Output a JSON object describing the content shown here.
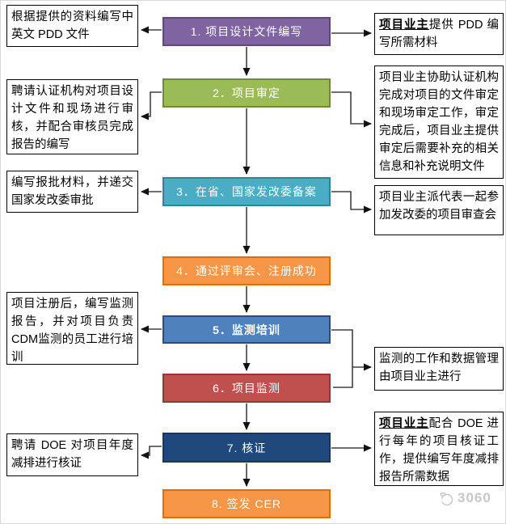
{
  "flow": {
    "steps": [
      {
        "label": "1. 项目设计文件编写"
      },
      {
        "label": "2．项目审定"
      },
      {
        "label": "3．在省、国家发改委备案"
      },
      {
        "label": "4．通过评审会、注册成功"
      },
      {
        "label": "5．监测培训"
      },
      {
        "label": "6．项目监测"
      },
      {
        "label": "7. 核证"
      },
      {
        "label": "8. 签发 CER"
      }
    ]
  },
  "left_notes": [
    {
      "text": "根据提供的资料编写中英文 PDD 文件"
    },
    {
      "text": "聘请认证机构对项目设计文件和现场进行审核，并配合审核员完成报告的编写"
    },
    {
      "text": "编写报批材料，并递交国家发改委审批"
    },
    {
      "text": "项目注册后，编写监测报告，并对项目负责CDM监测的员工进行培训"
    },
    {
      "text": "聘请 DOE 对项目年度减排进行核证"
    }
  ],
  "right_notes": [
    {
      "bold": "项目业主",
      "text": "提供 PDD 编写所需材料"
    },
    {
      "bold": "",
      "text": "项目业主协助认证机构完成对项目的文件审定和现场审定工作，审定完成后，项目业主提供审定后需要补充的相关信息和补充说明文件"
    },
    {
      "bold": "",
      "text": "项目业主派代表一起参加发改委的项目审查会"
    },
    {
      "bold": "",
      "text": "监测的工作和数据管理由项目业主进行"
    },
    {
      "bold": "项目业主",
      "text": "配合 DOE 进行每年的项目核证工作，提供编写年度减排报告所需数据"
    }
  ],
  "watermark": {
    "label": "3060"
  },
  "palette": {
    "step1_fill": "#8064A2",
    "step1_border": "#5F497A",
    "step2_fill": "#9BBB59",
    "step2_border": "#71893F",
    "step3_fill": "#4BACC6",
    "step3_border": "#31849B",
    "step4_fill": "#F79646",
    "step4_border": "#E26B0A",
    "step5_fill": "#4F81BD",
    "step5_border": "#2E4E79",
    "step6_fill": "#C0504D",
    "step6_border": "#953735",
    "step7_fill": "#1F497D",
    "step7_border": "#17375E",
    "step8_fill": "#F79646",
    "step8_border": "#E26B0A",
    "note_border": "#000000",
    "arrow": "#404040",
    "step_text": "#FFFFFF",
    "watermark_text": "#C8C8C8"
  }
}
